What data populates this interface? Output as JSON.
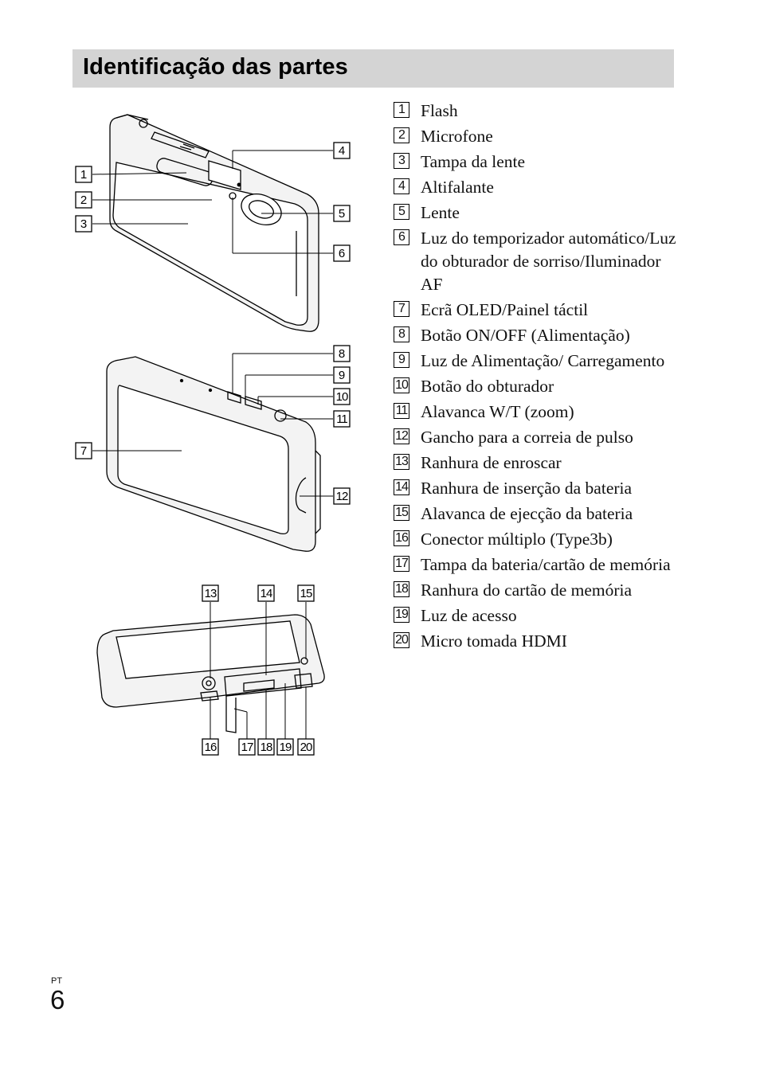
{
  "page": {
    "title": "Identificação das partes",
    "language": "PT",
    "number": "6"
  },
  "parts": [
    {
      "num": "1",
      "label": "Flash"
    },
    {
      "num": "2",
      "label": "Microfone"
    },
    {
      "num": "3",
      "label": "Tampa da lente"
    },
    {
      "num": "4",
      "label": "Altifalante"
    },
    {
      "num": "5",
      "label": "Lente"
    },
    {
      "num": "6",
      "label": "Luz do temporizador automático/Luz do obturador de sorriso/Iluminador AF"
    },
    {
      "num": "7",
      "label": "Ecrã OLED/Painel táctil"
    },
    {
      "num": "8",
      "label": "Botão ON/OFF (Alimentação)"
    },
    {
      "num": "9",
      "label": "Luz de Alimentação/ Carregamento"
    },
    {
      "num": "10",
      "label": "Botão do obturador"
    },
    {
      "num": "11",
      "label": "Alavanca W/T (zoom)"
    },
    {
      "num": "12",
      "label": "Gancho para a correia de pulso"
    },
    {
      "num": "13",
      "label": "Ranhura de enroscar"
    },
    {
      "num": "14",
      "label": "Ranhura de inserção da bateria"
    },
    {
      "num": "15",
      "label": "Alavanca de ejecção da bateria"
    },
    {
      "num": "16",
      "label": "Conector múltiplo (Type3b)"
    },
    {
      "num": "17",
      "label": "Tampa da bateria/cartão de memória"
    },
    {
      "num": "18",
      "label": "Ranhura do cartão de memória"
    },
    {
      "num": "19",
      "label": "Luz de acesso"
    },
    {
      "num": "20",
      "label": "Micro tomada HDMI"
    }
  ]
}
